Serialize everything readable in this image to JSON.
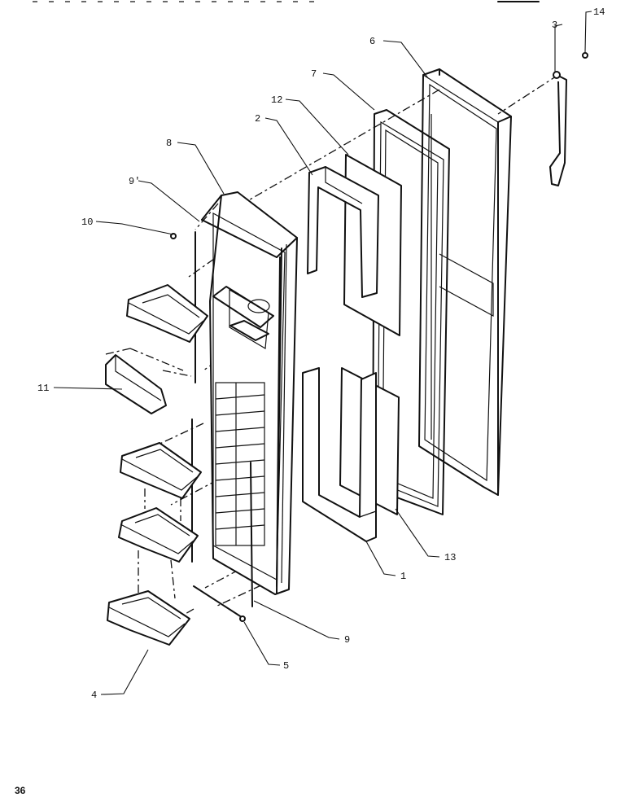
{
  "diagram": {
    "callouts": [
      {
        "id": "c1",
        "label": "1"
      },
      {
        "id": "c2",
        "label": "2"
      },
      {
        "id": "c3",
        "label": "3"
      },
      {
        "id": "c4",
        "label": "4"
      },
      {
        "id": "c5",
        "label": "5"
      },
      {
        "id": "c6",
        "label": "6"
      },
      {
        "id": "c7",
        "label": "7"
      },
      {
        "id": "c8",
        "label": "8"
      },
      {
        "id": "c9a",
        "label": "9"
      },
      {
        "id": "c9b",
        "label": "9"
      },
      {
        "id": "c10",
        "label": "10"
      },
      {
        "id": "c11",
        "label": "11"
      },
      {
        "id": "c12",
        "label": "12"
      },
      {
        "id": "c13",
        "label": "13"
      },
      {
        "id": "c14",
        "label": "14"
      }
    ]
  },
  "page": {
    "number": "36"
  }
}
